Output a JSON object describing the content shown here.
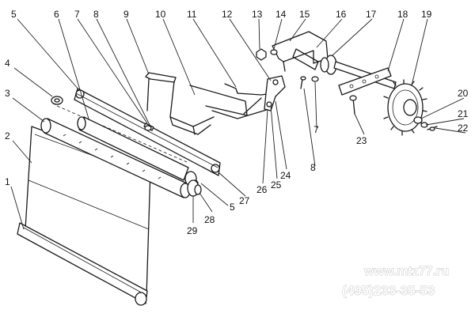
{
  "callouts": [
    {
      "id": "1",
      "text": "1"
    },
    {
      "id": "2",
      "text": "2"
    },
    {
      "id": "3",
      "text": "3"
    },
    {
      "id": "4",
      "text": "4"
    },
    {
      "id": "5a",
      "text": "5"
    },
    {
      "id": "5b",
      "text": "5"
    },
    {
      "id": "6",
      "text": "6"
    },
    {
      "id": "7a",
      "text": "7"
    },
    {
      "id": "7b",
      "text": "7"
    },
    {
      "id": "8a",
      "text": "8"
    },
    {
      "id": "8b",
      "text": "8"
    },
    {
      "id": "9",
      "text": "9"
    },
    {
      "id": "10",
      "text": "10"
    },
    {
      "id": "11",
      "text": "11"
    },
    {
      "id": "12",
      "text": "12"
    },
    {
      "id": "13",
      "text": "13"
    },
    {
      "id": "14",
      "text": "14"
    },
    {
      "id": "15",
      "text": "15"
    },
    {
      "id": "16",
      "text": "16"
    },
    {
      "id": "17",
      "text": "17"
    },
    {
      "id": "18",
      "text": "18"
    },
    {
      "id": "19",
      "text": "19"
    },
    {
      "id": "20",
      "text": "20"
    },
    {
      "id": "21",
      "text": "21"
    },
    {
      "id": "22",
      "text": "22"
    },
    {
      "id": "23",
      "text": "23"
    },
    {
      "id": "24",
      "text": "24"
    },
    {
      "id": "25",
      "text": "25"
    },
    {
      "id": "26",
      "text": "26"
    },
    {
      "id": "27",
      "text": "27"
    },
    {
      "id": "28",
      "text": "28"
    },
    {
      "id": "29",
      "text": "29"
    }
  ],
  "watermark": {
    "site": "www.mtz77.ru",
    "phone": "(495)233-35-53"
  }
}
